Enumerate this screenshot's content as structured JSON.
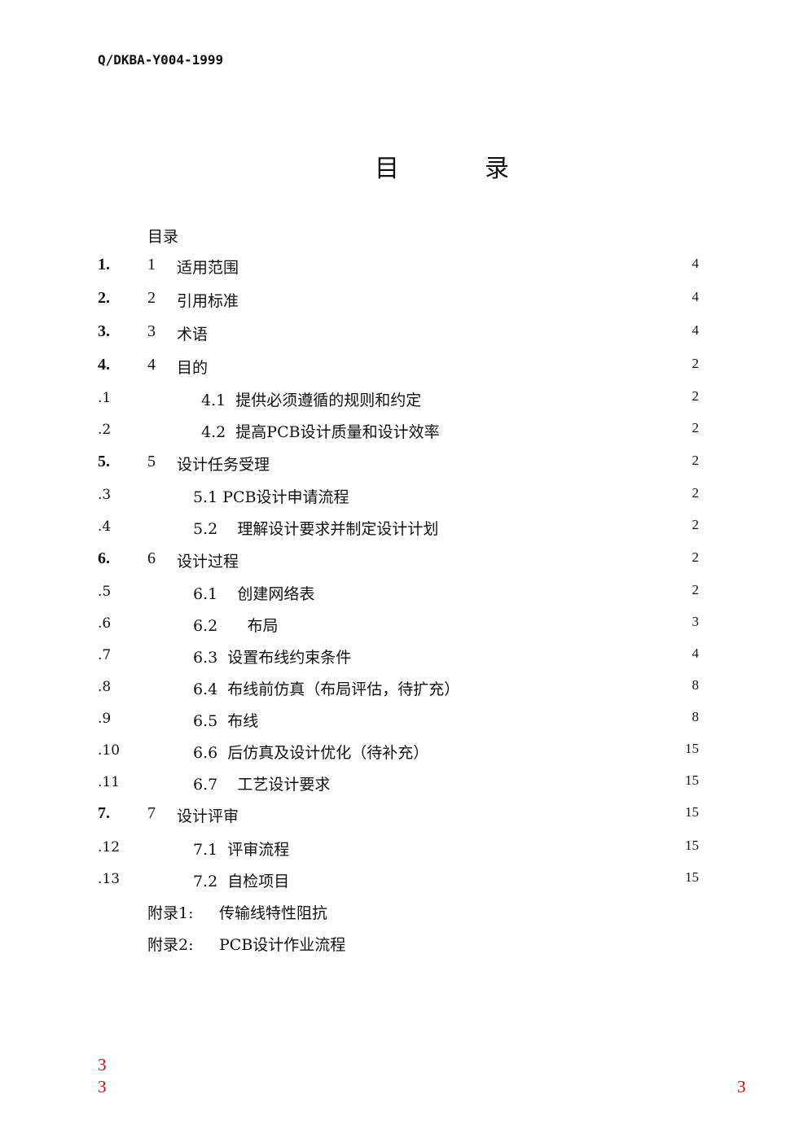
{
  "header": {
    "doc_id": "Q/DKBA-Y004-1999"
  },
  "title": {
    "char1": "目",
    "char2": "录"
  },
  "toc_heading": "目录",
  "toc": [
    {
      "num": "1.",
      "sec": "1",
      "text": "适用范围",
      "page": "4",
      "level": 1
    },
    {
      "num": "2.",
      "sec": "2",
      "text": "引用标准",
      "page": "4",
      "level": 1
    },
    {
      "num": "3.",
      "sec": "3",
      "text": "术语",
      "page": "4",
      "level": 1
    },
    {
      "num": "4.",
      "sec": "4",
      "text": "目的",
      "page": "2",
      "level": 1
    },
    {
      "num": ".1",
      "text": "4.1  提供必须遵循的规则和约定",
      "page": "2",
      "level": 2
    },
    {
      "num": ".2",
      "text": "4.2  提高PCB设计质量和设计效率",
      "page": "2",
      "level": 2
    },
    {
      "num": "5.",
      "sec": "5",
      "text": "设计任务受理",
      "page": "2",
      "level": 1
    },
    {
      "num": ".3",
      "text": "5.1 PCB设计申请流程",
      "page": "2",
      "level": 2
    },
    {
      "num": ".4",
      "text": "5.2    理解设计要求并制定设计计划",
      "page": "2",
      "level": 2
    },
    {
      "num": "6.",
      "sec": "6",
      "text": "设计过程",
      "page": "2",
      "level": 1
    },
    {
      "num": ".5",
      "text": "6.1    创建网络表",
      "page": "2",
      "level": 2
    },
    {
      "num": ".6",
      "text": "6.2      布局",
      "page": "3",
      "level": 2
    },
    {
      "num": ".7",
      "text": "6.3  设置布线约束条件",
      "page": "4",
      "level": 2
    },
    {
      "num": ".8",
      "text": "6.4  布线前仿真（布局评估，待扩充）",
      "page": "8",
      "level": 2
    },
    {
      "num": ".9",
      "text": "6.5  布线",
      "page": "8",
      "level": 2
    },
    {
      "num": ".10",
      "text": "6.6  后仿真及设计优化（待补充）",
      "page": "15",
      "level": 2
    },
    {
      "num": ".11",
      "text": "6.7    工艺设计要求",
      "page": "15",
      "level": 2
    },
    {
      "num": "7.",
      "sec": "7",
      "text": "设计评审",
      "page": "15",
      "level": 1
    },
    {
      "num": ".12",
      "text": "7.1  评审流程",
      "page": "15",
      "level": 2
    },
    {
      "num": ".13",
      "text": "7.2  自检项目",
      "page": "15",
      "level": 2
    }
  ],
  "appendices": [
    {
      "label": "附录1:",
      "text": "传输线特性阻抗"
    },
    {
      "label": "附录2:",
      "text": "PCB设计作业流程"
    }
  ],
  "footer": {
    "left_top": "3",
    "left_bottom": "3",
    "right": "3",
    "color": "#e00000"
  }
}
